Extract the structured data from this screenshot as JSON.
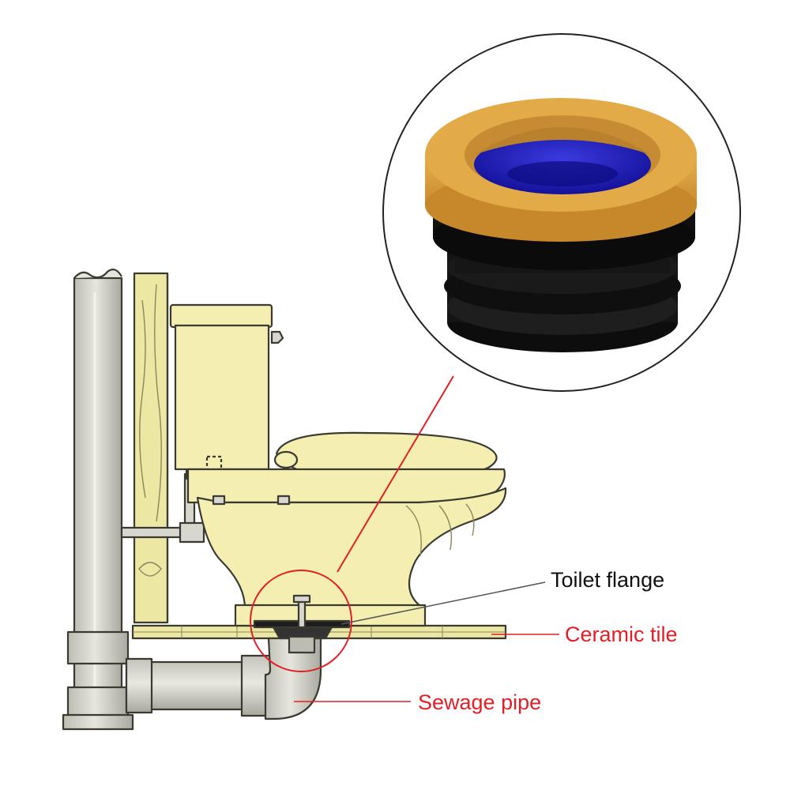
{
  "labels": {
    "toilet_flange": "Toilet flange",
    "ceramic_tile": "Ceramic tile",
    "sewage_pipe": "Sewage pipe"
  },
  "colors": {
    "background": "#ffffff",
    "porcelain": "#f4efb0",
    "wood": "#ece7a2",
    "pipe": "#d7d7cf",
    "outline": "#3a3a32",
    "ring_orange": "#d59a3c",
    "ring_blue": "#1c1bb0",
    "ring_black": "#111111",
    "callout_red": "#e21f26",
    "label_black": "#111111"
  },
  "icons": [
    "toilet-illustration",
    "wax-ring-product-photo"
  ]
}
